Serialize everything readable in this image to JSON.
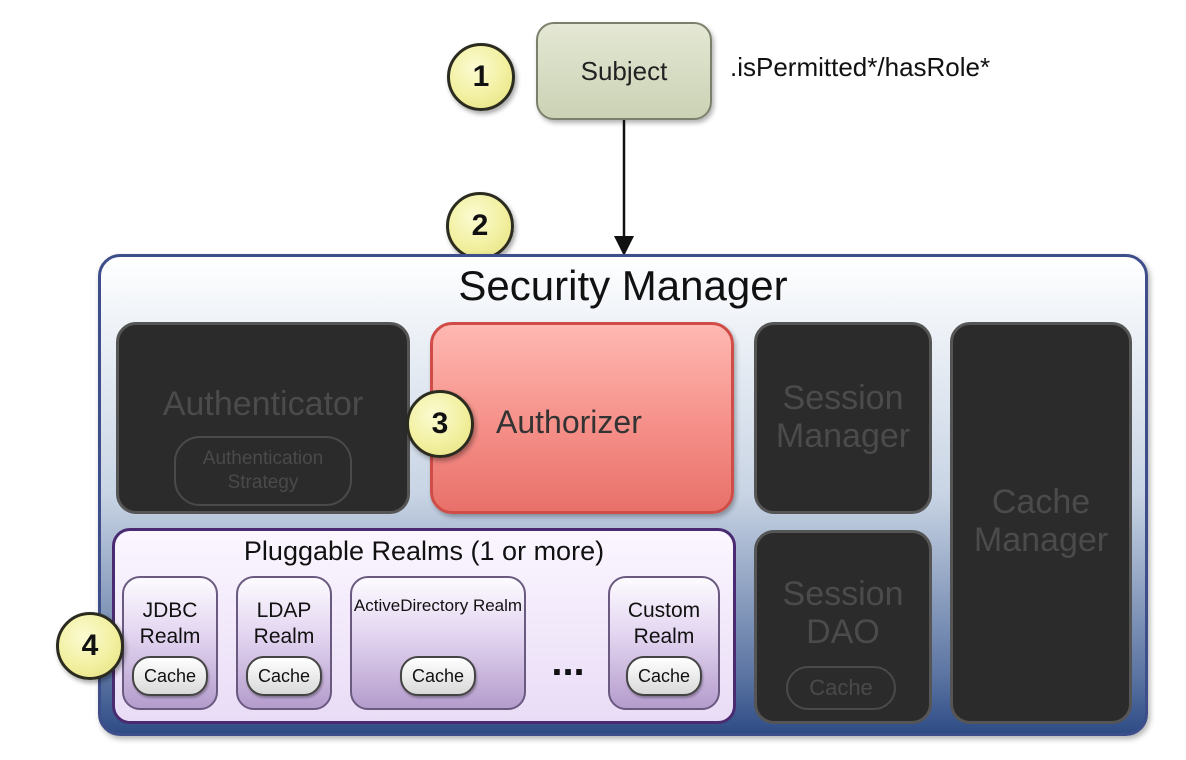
{
  "subject": {
    "label": "Subject",
    "method_call": ".isPermitted*/hasRole*"
  },
  "steps": {
    "s1": "1",
    "s2": "2",
    "s3": "3",
    "s4": "4"
  },
  "security_manager": {
    "title": "Security Manager",
    "authenticator": {
      "label": "Authenticator",
      "strategy_label": "Authentication Strategy"
    },
    "authorizer": {
      "label": "Authorizer"
    },
    "session_manager": {
      "label": "Session Manager"
    },
    "session_dao": {
      "label": "Session DAO",
      "cache_label": "Cache"
    },
    "cache_manager": {
      "label": "Cache Manager"
    },
    "realms": {
      "title": "Pluggable Realms (1 or more)",
      "ellipsis": "...",
      "items": [
        {
          "name": "JDBC Realm",
          "cache": "Cache"
        },
        {
          "name": "LDAP Realm",
          "cache": "Cache"
        },
        {
          "name": "ActiveDirectory Realm",
          "cache": "Cache"
        },
        {
          "name": "Custom Realm",
          "cache": "Cache"
        }
      ]
    }
  },
  "colors": {
    "callout": "#f2f0a0",
    "subject": "#d6dcc2",
    "authorizer": "#f58f88",
    "inactive": "#2b2b2b",
    "realms_border": "#4a2b72",
    "manager_border": "#3e4e8a"
  }
}
